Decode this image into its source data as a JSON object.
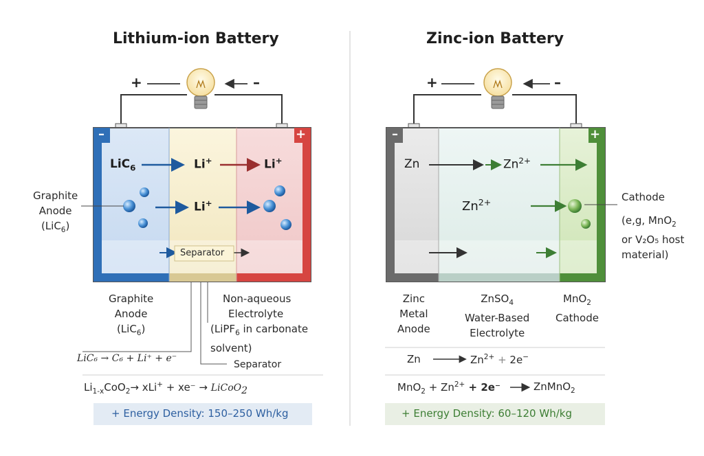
{
  "colors": {
    "li_anode": "#2f6fb7",
    "li_cathode": "#d64541",
    "separator": "#efe3b6",
    "zn_anode": "#6b6b6b",
    "zn_cathode": "#4f8f3a",
    "li_density_bg": "#e3ebf4",
    "zn_density_bg": "#e9efe4"
  },
  "icons": [
    "lightbulb-icon",
    "arrow-icon",
    "bubble-icon"
  ],
  "li": {
    "title": "Lithium-ion Battery",
    "plus": "+",
    "minus": "–",
    "neg_terminal": "–",
    "pos_terminal": "+",
    "ion_licmain": "LiC",
    "ion_licsub": "6",
    "ion_li_a": "Li",
    "ion_li_a_sup": "+",
    "ion_li_b": "Li",
    "ion_li_b_sup": "+",
    "ion_li_c": "Li",
    "ion_li_c_sup": "+",
    "separator_label": "Separator",
    "side_label_1": "Graphite",
    "side_label_2": "Anode",
    "side_label_3": "(LiC",
    "side_label_3_sub": "6",
    "side_label_3_end": ")",
    "below_anode_1": "Graphite",
    "below_anode_2": "Anode",
    "below_anode_3": "(LiC",
    "below_anode_3_sub": "6",
    "below_anode_3_end": ")",
    "below_elec_1": "Non-aqueous",
    "below_elec_2": "Electrolyte",
    "below_elec_3": "(LiPF",
    "below_elec_3_sub": "6",
    "below_elec_3_end": " in carbonate",
    "below_elec_4": "solvent)",
    "reaction_1": "LiC₆ → C₆ + Li⁺ + e⁻",
    "separator_callout": "Separator",
    "reaction_2_a": "Li",
    "reaction_2_sub": "1-x",
    "reaction_2_b": "CoO",
    "reaction_2_sub2": "2",
    "reaction_2_c": "→ xLi",
    "reaction_2_sup": "+",
    "reaction_2_d": " + xe⁻ → ",
    "reaction_2_e": "LiCoO",
    "reaction_2_sub3": "2",
    "energy_density": "+ Energy Density: 150–250 Wh/kg"
  },
  "zn": {
    "title": "Zinc-ion Battery",
    "plus": "+",
    "minus": "–",
    "neg_terminal": "–",
    "pos_terminal": "+",
    "ion_zn": "Zn",
    "ion_zn2": "Zn",
    "ion_zn2_sup": "2+",
    "ion_zn3": "Zn",
    "ion_zn3_sup": "2+",
    "side_label_1": "Cathode",
    "side_label_2": "(e,g, MnO",
    "side_label_2_sub": "2",
    "side_label_3": "or V₂O₅ host",
    "side_label_4": "material)",
    "below_anode_1": "Zinc",
    "below_anode_2": "Metal",
    "below_anode_3": "Anode",
    "below_elec_1": "ZnSO",
    "below_elec_1_sub": "4",
    "below_elec_2": "Water-Based",
    "below_elec_3": "Electrolyte",
    "below_cath_1": "MnO",
    "below_cath_1_sub": "2",
    "below_cath_2": "Cathode",
    "reaction_1_a": "Zn",
    "reaction_1_b": "Zn",
    "reaction_1_sup": "2+",
    "reaction_1_c": "2e",
    "reaction_1_sup2": "−",
    "reaction_2_a": "MnO",
    "reaction_2_sub": "2",
    "reaction_2_b": " + Zn",
    "reaction_2_sup": "2+",
    "reaction_2_c": " + 2e⁻",
    "reaction_2_d": "ZnMnO",
    "reaction_2_sub2": "2",
    "energy_density": "+ Energy Density: 60–120 Wh/kg"
  }
}
